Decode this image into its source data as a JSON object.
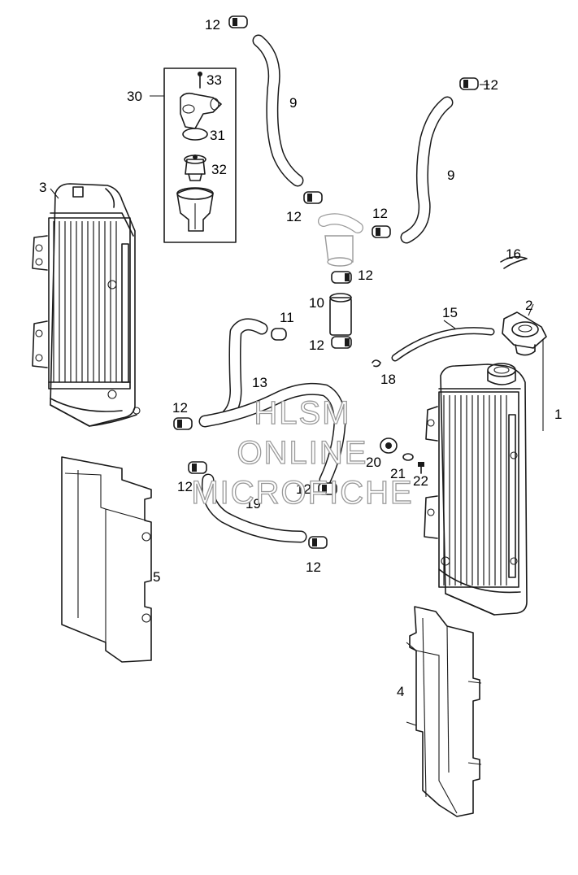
{
  "labels": {
    "l1": "1",
    "l2": "2",
    "l3": "3",
    "l4": "4",
    "l5": "5",
    "l9a": "9",
    "l9b": "9",
    "l10": "10",
    "l11": "11",
    "l12a": "12",
    "l12b": "12",
    "l12c": "12",
    "l12d": "12",
    "l12e": "12",
    "l12f": "12",
    "l12g": "12",
    "l12h": "12",
    "l12i": "12",
    "l12j": "12",
    "l13": "13",
    "l15": "15",
    "l16": "16",
    "l18": "18",
    "l19": "19",
    "l20": "20",
    "l21": "21",
    "l22": "22",
    "l30": "30",
    "l31": "31",
    "l32": "32",
    "l33": "33"
  },
  "watermark": {
    "line1": "HLSM",
    "line2": "ONLINE",
    "line3": "MICROFICHE"
  }
}
